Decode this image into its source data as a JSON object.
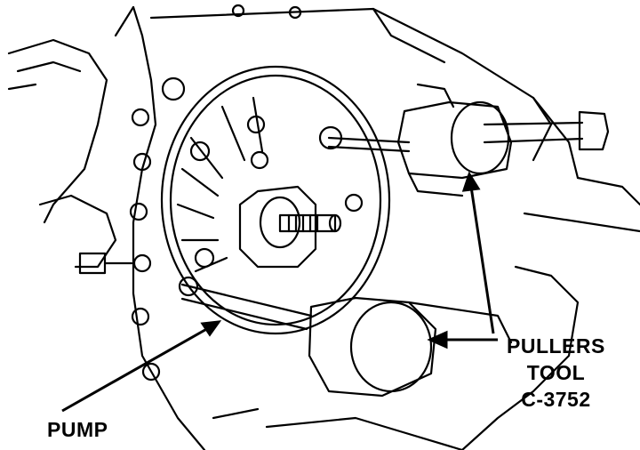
{
  "labels": {
    "pump": "PUMP",
    "pullers_line1": "PULLERS",
    "pullers_line2": "TOOL",
    "pullers_line3": "C-3752"
  },
  "icons": [
    "transmission-case",
    "oil-pump",
    "input-shaft",
    "puller-tool",
    "puller-bolt"
  ],
  "colors": {
    "ink": "#000000",
    "paper": "#ffffff"
  }
}
